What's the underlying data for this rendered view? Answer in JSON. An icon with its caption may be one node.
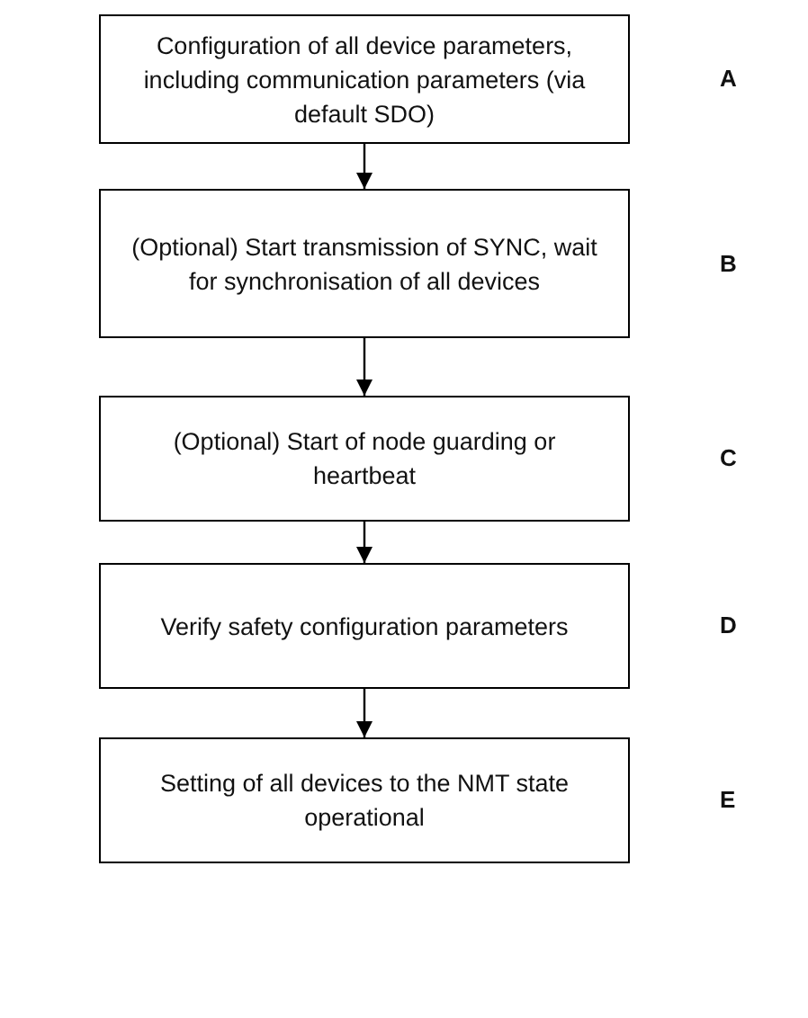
{
  "diagram": {
    "nodes": [
      {
        "text": [
          "Configuration of all device parameters, including communication parameters (via default SDO)"
        ],
        "beside": [
          "A"
        ]
      },
      {
        "text": [
          "(Optional) Start transmission of SYNC, wait for synchronisation of all devices"
        ],
        "beside": [
          "B"
        ]
      },
      {
        "text": [
          "(Optional) Start of node guarding or heartbeat"
        ],
        "beside": [
          "C"
        ]
      },
      {
        "text": [
          "Verify safety configuration parameters"
        ],
        "beside": [
          "D"
        ]
      },
      {
        "text": [
          "Setting of all devices to the NMT state operational"
        ],
        "beside": [
          "E"
        ]
      }
    ],
    "edges": [
      {
        "from": 0,
        "to": 1,
        "arrow": "to"
      },
      {
        "from": 1,
        "to": 2,
        "arrow": "to"
      },
      {
        "from": 2,
        "to": 3,
        "arrow": "to"
      },
      {
        "from": 3,
        "to": 4,
        "arrow": "to"
      }
    ]
  }
}
